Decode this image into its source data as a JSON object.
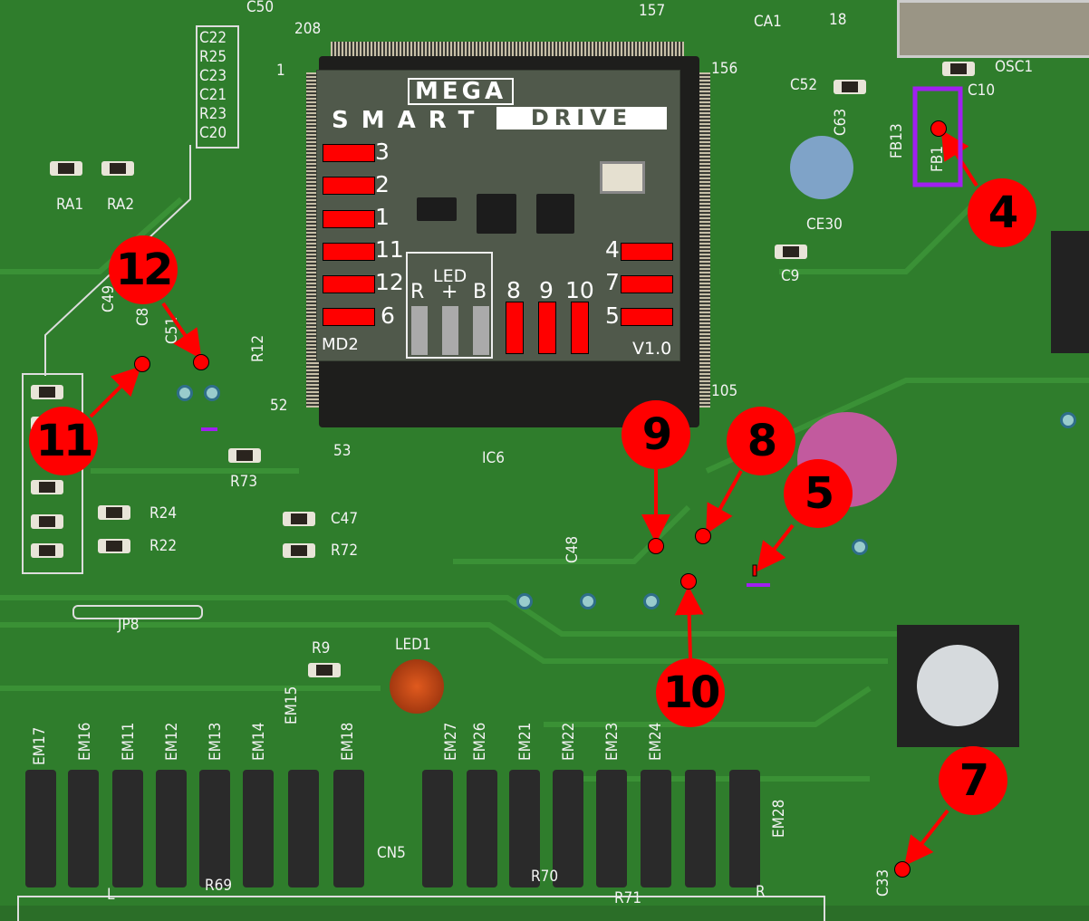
{
  "module": {
    "title_top": "MEGA",
    "title_left": "SMART",
    "title_right": "DRIVE",
    "board_id": "MD2",
    "version": "V1.0",
    "led_label": "LED",
    "led_pins": [
      "R",
      "+",
      "B"
    ],
    "left_pads": [
      "3",
      "2",
      "1",
      "11",
      "12",
      "6"
    ],
    "right_pads": [
      "4",
      "7",
      "5"
    ],
    "bottom_pads": [
      "8",
      "9",
      "10"
    ]
  },
  "annotations": [
    "12",
    "11",
    "9",
    "8",
    "5",
    "10",
    "4",
    "7"
  ],
  "silkscreen": {
    "top": [
      "C50",
      "208",
      "157",
      "156",
      "1",
      "CA1",
      "18",
      "C52",
      "C63",
      "FB13",
      "FB1",
      "C10",
      "OSC1",
      "CE30",
      "C9"
    ],
    "left_stack": [
      "C22",
      "R25",
      "C23",
      "C21",
      "R23",
      "C20"
    ],
    "misc": [
      "RA1",
      "RA2",
      "C49",
      "C8",
      "C51",
      "R12",
      "52",
      "53",
      "IC6",
      "105",
      "R73",
      "R24",
      "R22",
      "C47",
      "R72",
      "C48",
      "JP8",
      "R9",
      "LED1",
      "CN5",
      "R69",
      "R70",
      "R71",
      "L",
      "R",
      "C33",
      "EM28",
      "EM15",
      "EM17",
      "EM16",
      "EM11",
      "EM12",
      "EM13",
      "EM14",
      "EM18",
      "EM27",
      "EM26",
      "EM21",
      "EM22",
      "EM23",
      "EM24"
    ]
  },
  "colors": {
    "board": "#2f7d2c",
    "pad": "#ff0000",
    "highlight": "#a020f0"
  }
}
